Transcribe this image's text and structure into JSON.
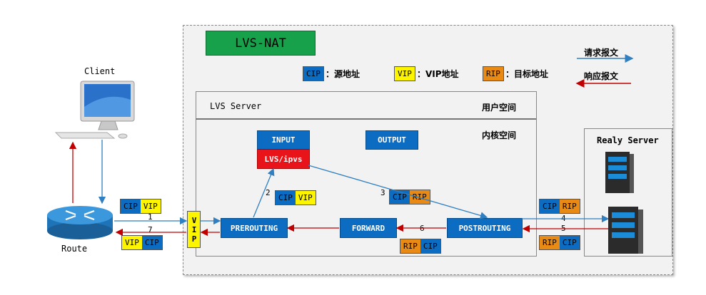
{
  "title": "LVS-NAT",
  "legend": {
    "cip_tag": "CIP",
    "cip_desc": "：源地址",
    "vip_tag": "VIP",
    "vip_desc": "：VIP地址",
    "rip_tag": "RIP",
    "rip_desc": "：目标地址",
    "request": "请求报文",
    "response": "响应报文"
  },
  "client_label": "Client",
  "route_label": "Route",
  "lvs_server": {
    "label": "LVS Server",
    "user_space": "用户空间",
    "kernel_space": "内核空间"
  },
  "realy_server_label": "Realy Server",
  "chains": {
    "input": "INPUT",
    "lvs_ipvs": "LVS/ipvs",
    "output": "OUTPUT",
    "prerouting": "PREROUTING",
    "forward": "FORWARD",
    "postrouting": "POSTROUTING"
  },
  "vip_vertical": "VIP",
  "tags": {
    "client_to_vip": [
      "CIP",
      "VIP"
    ],
    "vip_to_client": [
      "VIP",
      "CIP"
    ],
    "step2": [
      "CIP",
      "VIP"
    ],
    "step3": [
      "CIP",
      "RIP"
    ],
    "step4": [
      "CIP",
      "RIP"
    ],
    "step5": [
      "RIP",
      "CIP"
    ],
    "step6": [
      "RIP",
      "CIP"
    ]
  },
  "steps": [
    "1",
    "2",
    "3",
    "4",
    "5",
    "6",
    "7"
  ],
  "colors": {
    "request_arrow": "#2f7fc1",
    "response_arrow": "#c00000",
    "chain_blue": "#0b6cc2",
    "ipvs_red": "#e8141a",
    "title_green": "#17a14a",
    "cip_blue": "#0b6cc2",
    "vip_yellow": "#fdf500",
    "rip_orange": "#e88a14"
  }
}
